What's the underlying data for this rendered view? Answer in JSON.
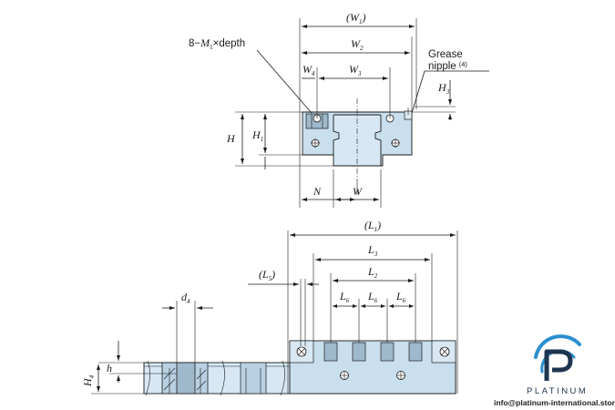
{
  "labels": {
    "w1": {
      "base": "(W",
      "sub": "1",
      "close": ")"
    },
    "w2": {
      "base": "W",
      "sub": "2"
    },
    "w3": {
      "base": "W",
      "sub": "3"
    },
    "w4": {
      "base": "W",
      "sub": "4"
    },
    "mounting": {
      "prefix": "8−",
      "base": "M",
      "sub": "1",
      "suffix": "×depth"
    },
    "grease_line1": "Grease",
    "grease_line2": "nipple",
    "grease_note": "(4)",
    "h": "H",
    "h1": {
      "base": "H",
      "sub": "1"
    },
    "h3": {
      "base": "H",
      "sub": "3"
    },
    "n": "N",
    "w": "W",
    "l1": {
      "base": "(L",
      "sub": "1",
      "close": ")"
    },
    "l2": {
      "base": "L",
      "sub": "2"
    },
    "l3": {
      "base": "L",
      "sub": "3"
    },
    "l5": {
      "base": "(L",
      "sub": "5",
      "close": ")"
    },
    "l6a": {
      "base": "L",
      "sub": "6"
    },
    "l6b": {
      "base": "L",
      "sub": "6"
    },
    "l6c": {
      "base": "L",
      "sub": "6"
    },
    "d4": {
      "base": "d",
      "sub": "4"
    },
    "h_small": "h",
    "h4": {
      "base": "H",
      "sub": "4"
    }
  },
  "brand": {
    "name": "PLATINUM",
    "email": "info@platinum-international.store"
  },
  "colors": {
    "part_fill": "#c9dfee",
    "logo_dark": "#1e3550",
    "logo_blue": "#2a8fd0"
  }
}
